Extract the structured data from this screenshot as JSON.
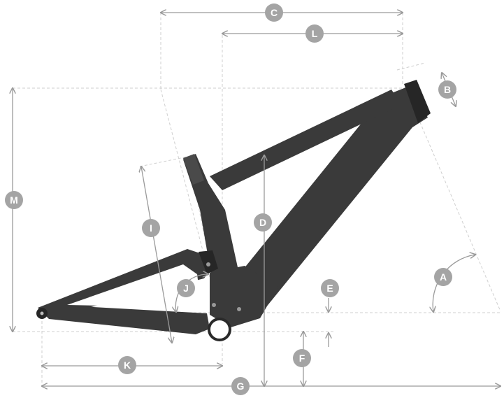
{
  "colors": {
    "frame": "#3a3a3a",
    "badge": "#a4a4a4",
    "dimension_line": "#9a9a9a",
    "guide_line": "#cfcfcf"
  },
  "labels": {
    "A": "A",
    "B": "B",
    "C": "C",
    "D": "D",
    "E": "E",
    "F": "F",
    "G": "G",
    "I": "I",
    "J": "J",
    "K": "K",
    "L": "L",
    "M": "M"
  }
}
